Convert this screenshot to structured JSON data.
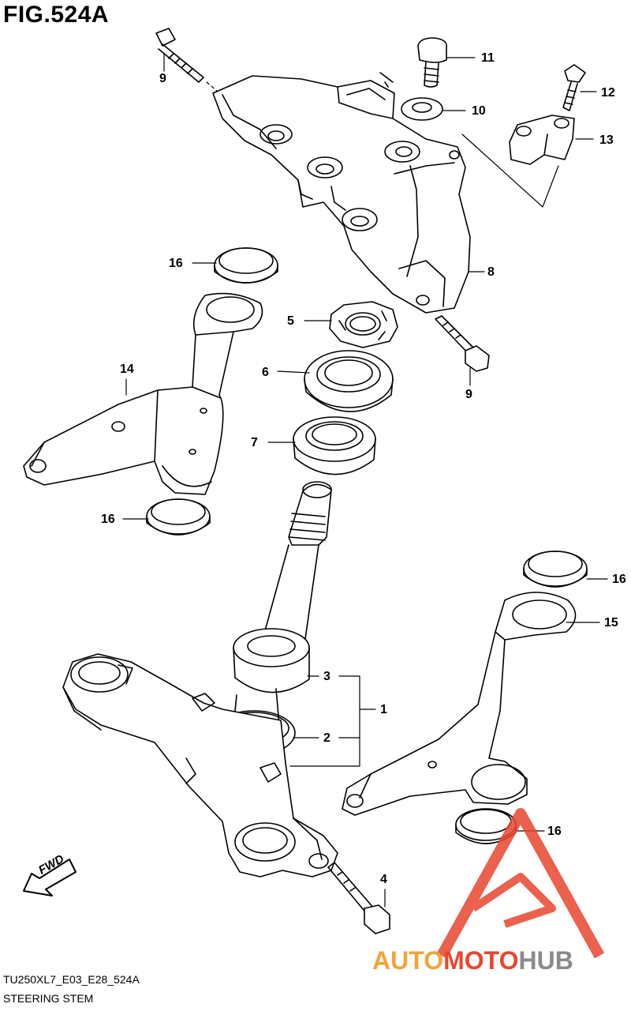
{
  "figure": {
    "title": "FIG.524A",
    "model_code": "TU250XL7_E03_E28_524A",
    "caption": "STEERING STEM"
  },
  "callouts": [
    {
      "id": "c9a",
      "label": "9"
    },
    {
      "id": "c11",
      "label": "11"
    },
    {
      "id": "c12",
      "label": "12"
    },
    {
      "id": "c10",
      "label": "10"
    },
    {
      "id": "c13",
      "label": "13"
    },
    {
      "id": "c16a",
      "label": "16"
    },
    {
      "id": "c8",
      "label": "8"
    },
    {
      "id": "c5",
      "label": "5"
    },
    {
      "id": "c14",
      "label": "14"
    },
    {
      "id": "c6",
      "label": "6"
    },
    {
      "id": "c9b",
      "label": "9"
    },
    {
      "id": "c7",
      "label": "7"
    },
    {
      "id": "c16b",
      "label": "16"
    },
    {
      "id": "c16c",
      "label": "16"
    },
    {
      "id": "c15",
      "label": "15"
    },
    {
      "id": "c3",
      "label": "3"
    },
    {
      "id": "c1",
      "label": "1"
    },
    {
      "id": "c2",
      "label": "2"
    },
    {
      "id": "c16d",
      "label": "16"
    },
    {
      "id": "c4",
      "label": "4"
    }
  ],
  "direction_marker": {
    "label": "FWD"
  },
  "watermark": {
    "part1": "AUTO",
    "part2": "MOTO",
    "part3": "HUB",
    "color_red": "#e8462e",
    "color_orange": "#f2a33a",
    "color_gray": "#8a8a8a"
  }
}
